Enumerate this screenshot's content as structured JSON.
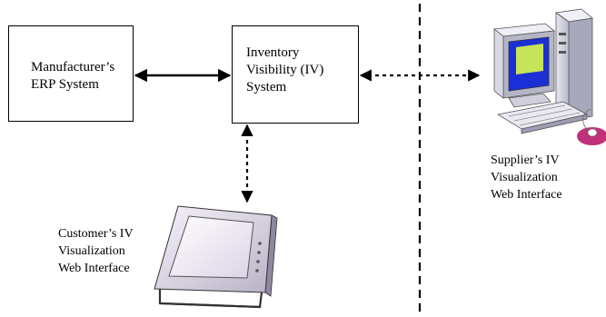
{
  "nodes": {
    "erp": {
      "label": "Manufacturer’s\nERP System"
    },
    "iv": {
      "label": "Inventory\nVisibility (IV)\nSystem"
    }
  },
  "captions": {
    "supplier": "Supplier’s IV\nVisualization\nWeb Interface",
    "customer": "Customer’s IV\nVisualization\nWeb Interface"
  },
  "icons": {
    "supplier": "desktop-computer-icon",
    "customer": "tablet-display-icon"
  }
}
